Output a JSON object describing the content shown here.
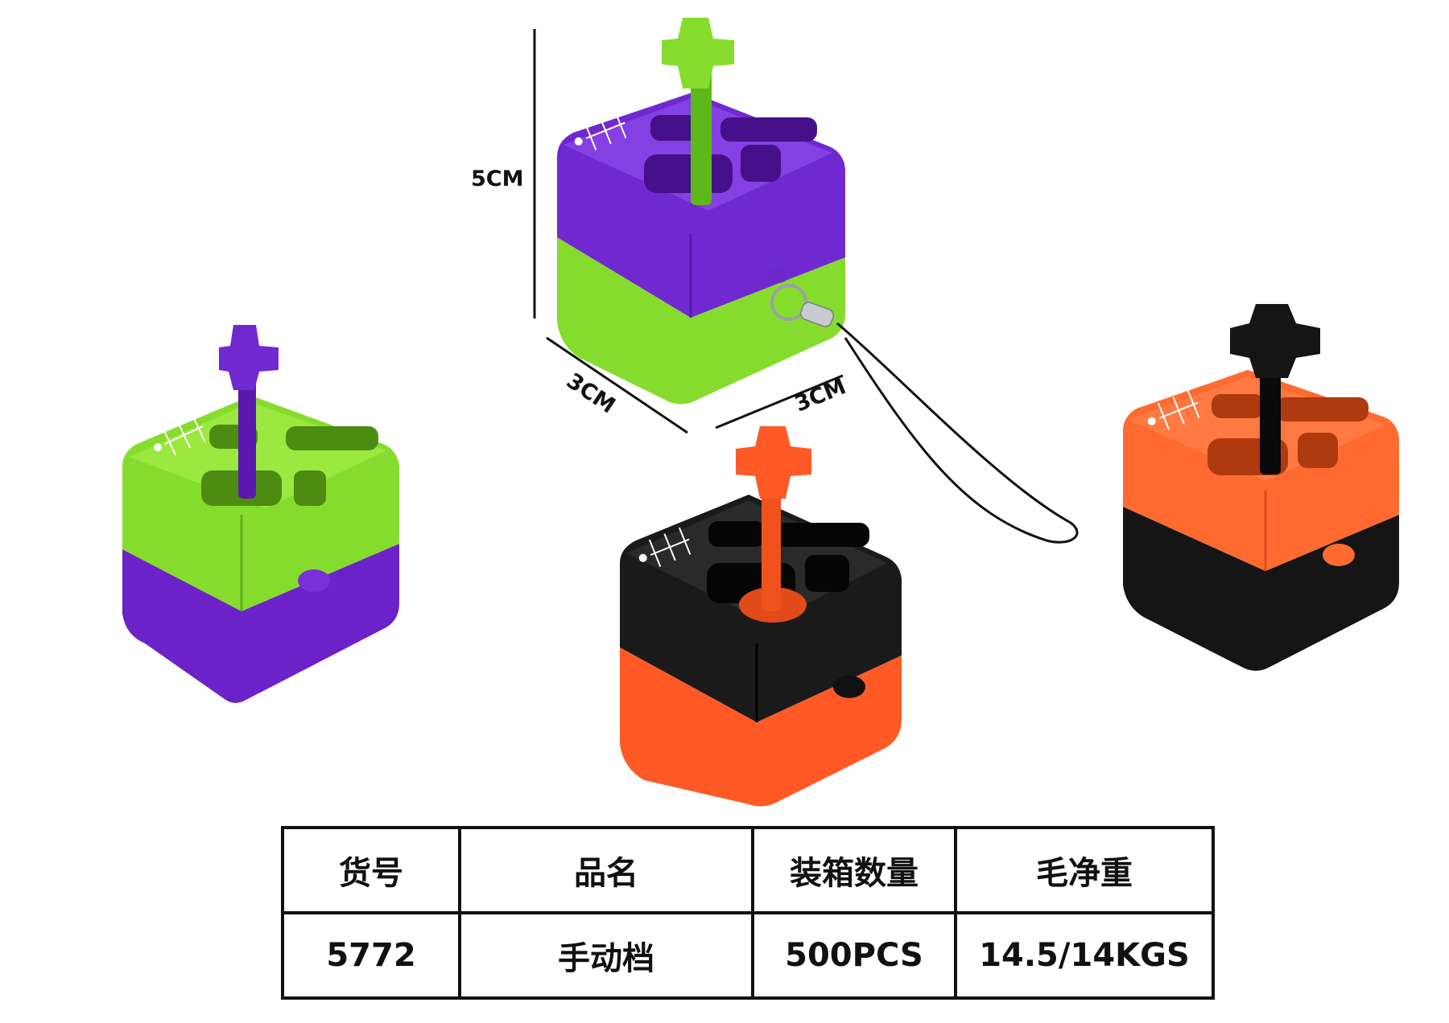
{
  "dimensions": {
    "height_label": "5CM",
    "depth_label": "3CM",
    "width_label": "3CM"
  },
  "products": [
    {
      "name": "green-purple-shifter",
      "top_color": "#86dc2c",
      "bottom_color": "#6b22c8",
      "knob_color": "#6b22c8"
    },
    {
      "name": "purple-green-shifter",
      "top_color": "#7029d0",
      "bottom_color": "#86dc2c",
      "knob_color": "#86dc2c"
    },
    {
      "name": "black-orange-shifter",
      "top_color": "#1a1a1a",
      "bottom_color": "#ff5a26",
      "knob_color": "#ff5a26"
    },
    {
      "name": "orange-black-shifter",
      "top_color": "#ff6a30",
      "bottom_color": "#151515",
      "knob_color": "#151515"
    }
  ],
  "spec_table": {
    "headers": [
      "货号",
      "品名",
      "装箱数量",
      "毛净重"
    ],
    "values": [
      "5772",
      "手动档",
      "500PCS",
      "14.5/14KGS"
    ]
  }
}
